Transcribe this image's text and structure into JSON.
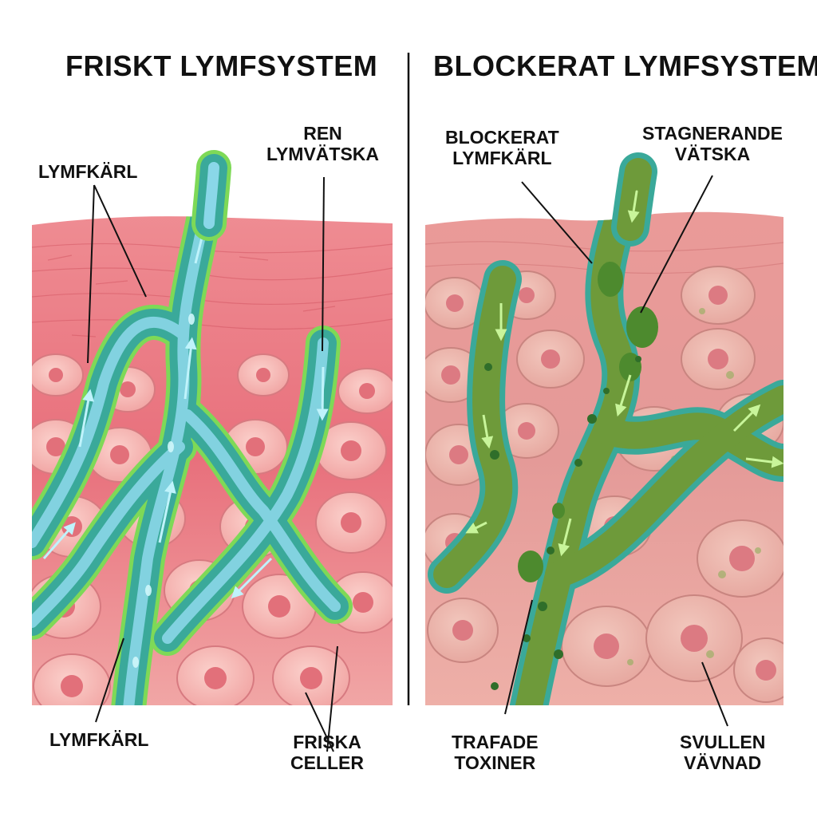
{
  "healthy": {
    "title": "FRISKT LYMFSYSTEM",
    "label_vessel_top": "LYMFKÄRL",
    "label_fluid": [
      "REN",
      "LYMVÄTSKA"
    ],
    "label_vessel_bottom": "LYMFKÄRL",
    "label_cells": [
      "FRISKA",
      "CELLER"
    ]
  },
  "blocked": {
    "title": "BLOCKERAT LYMFSYSTEM",
    "label_vessel": [
      "BLOCKERAT",
      "LYMFKÄRL"
    ],
    "label_fluid": [
      "STAGNERANDE",
      "VÄTSKA"
    ],
    "label_toxins": [
      "TRAFADE",
      "TOXINER"
    ],
    "label_tissue": [
      "SVULLEN",
      "VÄVNAD"
    ]
  },
  "colors": {
    "skin": "#e8707c",
    "cell_fill": "#f6b5b2",
    "cell_nucleus": "#e2707a",
    "vessel_healthy": "#3aa99a",
    "vessel_rim": "#7ed957",
    "fluid_clean": "#8ad7e8",
    "vessel_blocked": "#6e9a3a",
    "sludge": "#4d8a2e"
  }
}
